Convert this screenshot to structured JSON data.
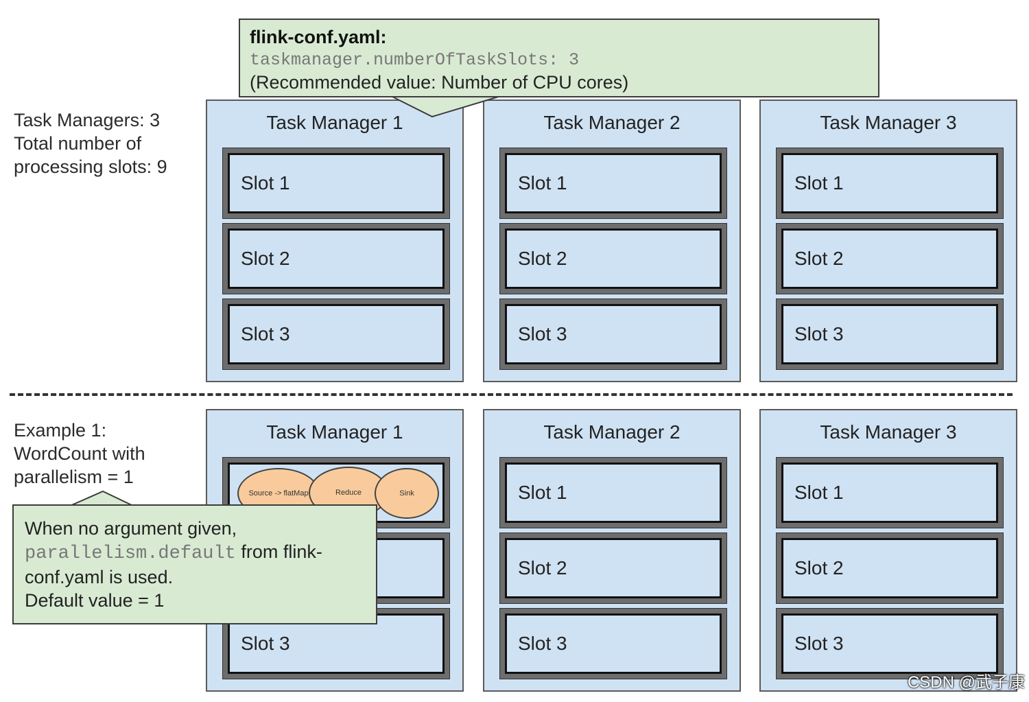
{
  "config_callout": {
    "filename": "flink-conf.yaml:",
    "setting": "taskmanager.numberOfTaskSlots: 3",
    "note": "(Recommended value: Number of CPU cores)"
  },
  "summary": {
    "line1": "Task Managers: 3",
    "line2": "Total number of",
    "line3": "processing slots: 9"
  },
  "top_row": [
    {
      "title": "Task Manager 1",
      "slots": [
        "Slot 1",
        "Slot 2",
        "Slot 3"
      ]
    },
    {
      "title": "Task Manager 2",
      "slots": [
        "Slot 1",
        "Slot 2",
        "Slot 3"
      ]
    },
    {
      "title": "Task Manager 3",
      "slots": [
        "Slot 1",
        "Slot 2",
        "Slot 3"
      ]
    }
  ],
  "example": {
    "line1": "Example 1:",
    "line2": "WordCount with",
    "line3": "parallelism = 1"
  },
  "bottom_row": [
    {
      "title": "Task Manager 1",
      "slots": [
        "",
        "",
        "Slot 3"
      ]
    },
    {
      "title": "Task Manager 2",
      "slots": [
        "Slot 1",
        "Slot 2",
        "Slot 3"
      ]
    },
    {
      "title": "Task Manager 3",
      "slots": [
        "Slot 1",
        "Slot 2",
        "Slot 3"
      ]
    }
  ],
  "operators": {
    "source": "Source -> flatMap",
    "reduce": "Reduce",
    "sink": "Sink"
  },
  "default_callout": {
    "line1": "When no argument given,",
    "code": "parallelism.default",
    "line2_rest": " from flink-",
    "line3": "conf.yaml is used.",
    "line4": "Default value = 1"
  },
  "watermark": "CSDN @武子康",
  "colors": {
    "manager_fill": "#cfe2f3",
    "callout_fill": "#d9ead3",
    "operator_fill": "#f9cb9c"
  }
}
